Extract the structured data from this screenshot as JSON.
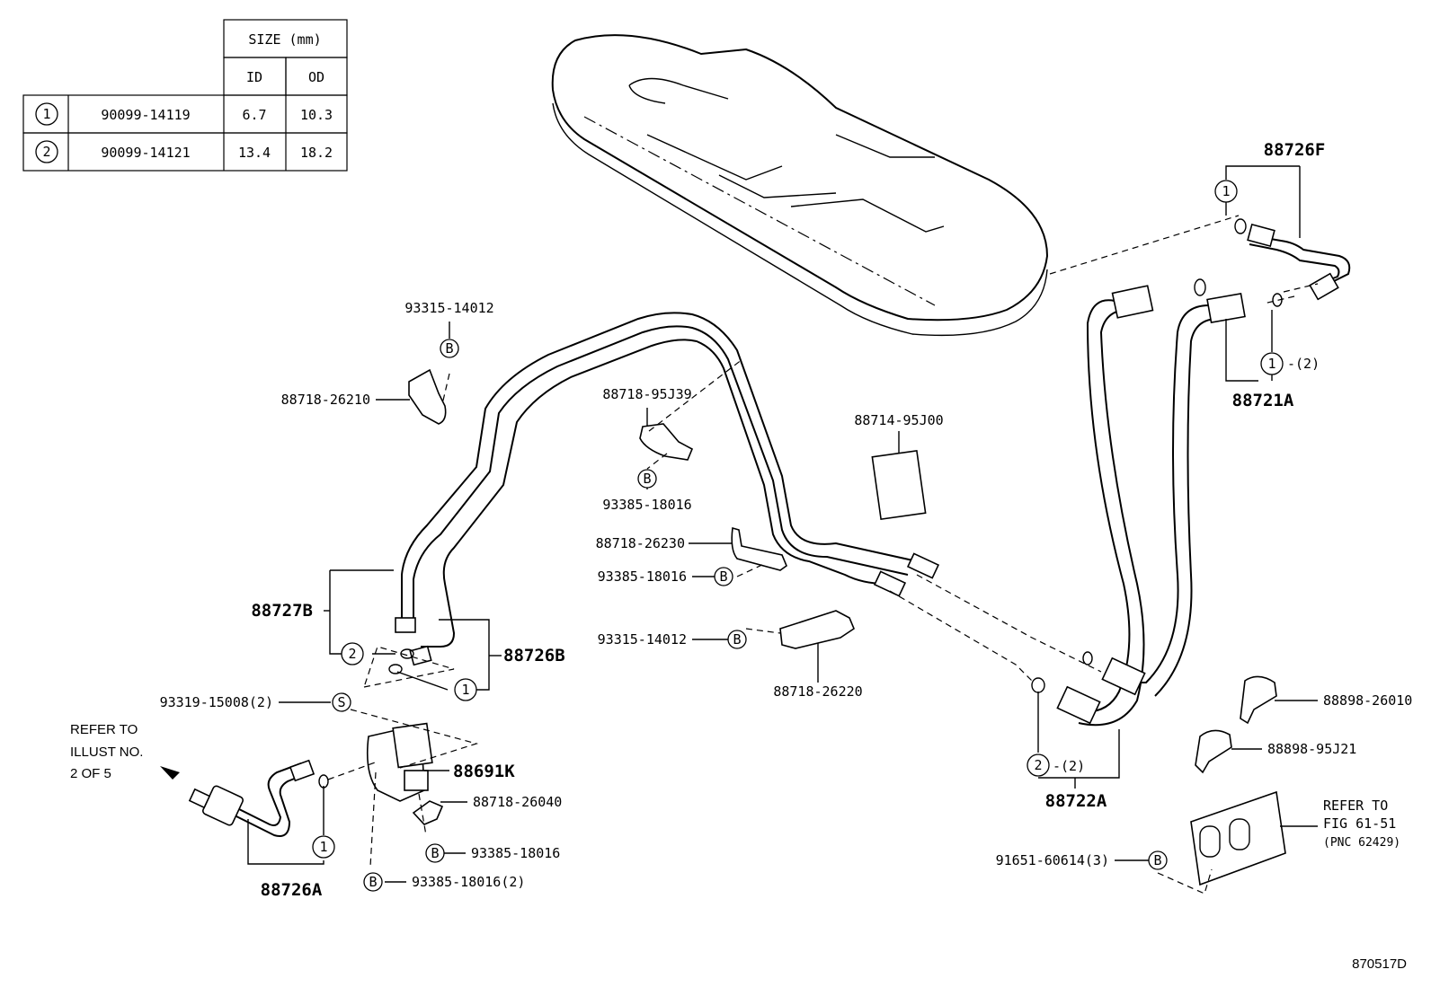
{
  "size_table": {
    "header": "SIZE (mm)",
    "col_id": "ID",
    "col_od": "OD",
    "rows": [
      {
        "mark": "1",
        "part": "90099-14119",
        "id": "6.7",
        "od": "10.3"
      },
      {
        "mark": "2",
        "part": "90099-14121",
        "id": "13.4",
        "od": "18.2"
      }
    ]
  },
  "symbols": {
    "one": "1",
    "two": "2",
    "b": "B",
    "s": "S",
    "qty2": "-(2)"
  },
  "labels": {
    "p88726F": "88726F",
    "p88721A": "88721A",
    "p88722A": "88722A",
    "p88727B": "88727B",
    "p88726B": "88726B",
    "p88726A": "88726A",
    "p88691K": "88691K",
    "p93315_top": "93315-14012",
    "p88718_26210": "88718-26210",
    "p88718_95J39": "88718-95J39",
    "p93385_mid": "93385-18016",
    "p88714_95J00": "88714-95J00",
    "p88718_26230": "88718-26230",
    "p93385_b2": "93385-18016",
    "p93315_mid": "93315-14012",
    "p88718_26220": "88718-26220",
    "p93319": "93319-15008(2)",
    "p88718_26040": "88718-26040",
    "p93385_low": "93385-18016",
    "p93385_low2": "93385-18016(2)",
    "p88898_26010": "88898-26010",
    "p88898_95J21": "88898-95J21",
    "p91651": "91651-60614(3)",
    "refer_fig_1": "REFER TO",
    "refer_fig_2": "FIG 61-51",
    "refer_fig_3": "(PNC 62429)",
    "refer_illust_1": "REFER TO",
    "refer_illust_2": "ILLUST NO.",
    "refer_illust_3": "2 OF 5",
    "drawing_no": "870517D"
  }
}
